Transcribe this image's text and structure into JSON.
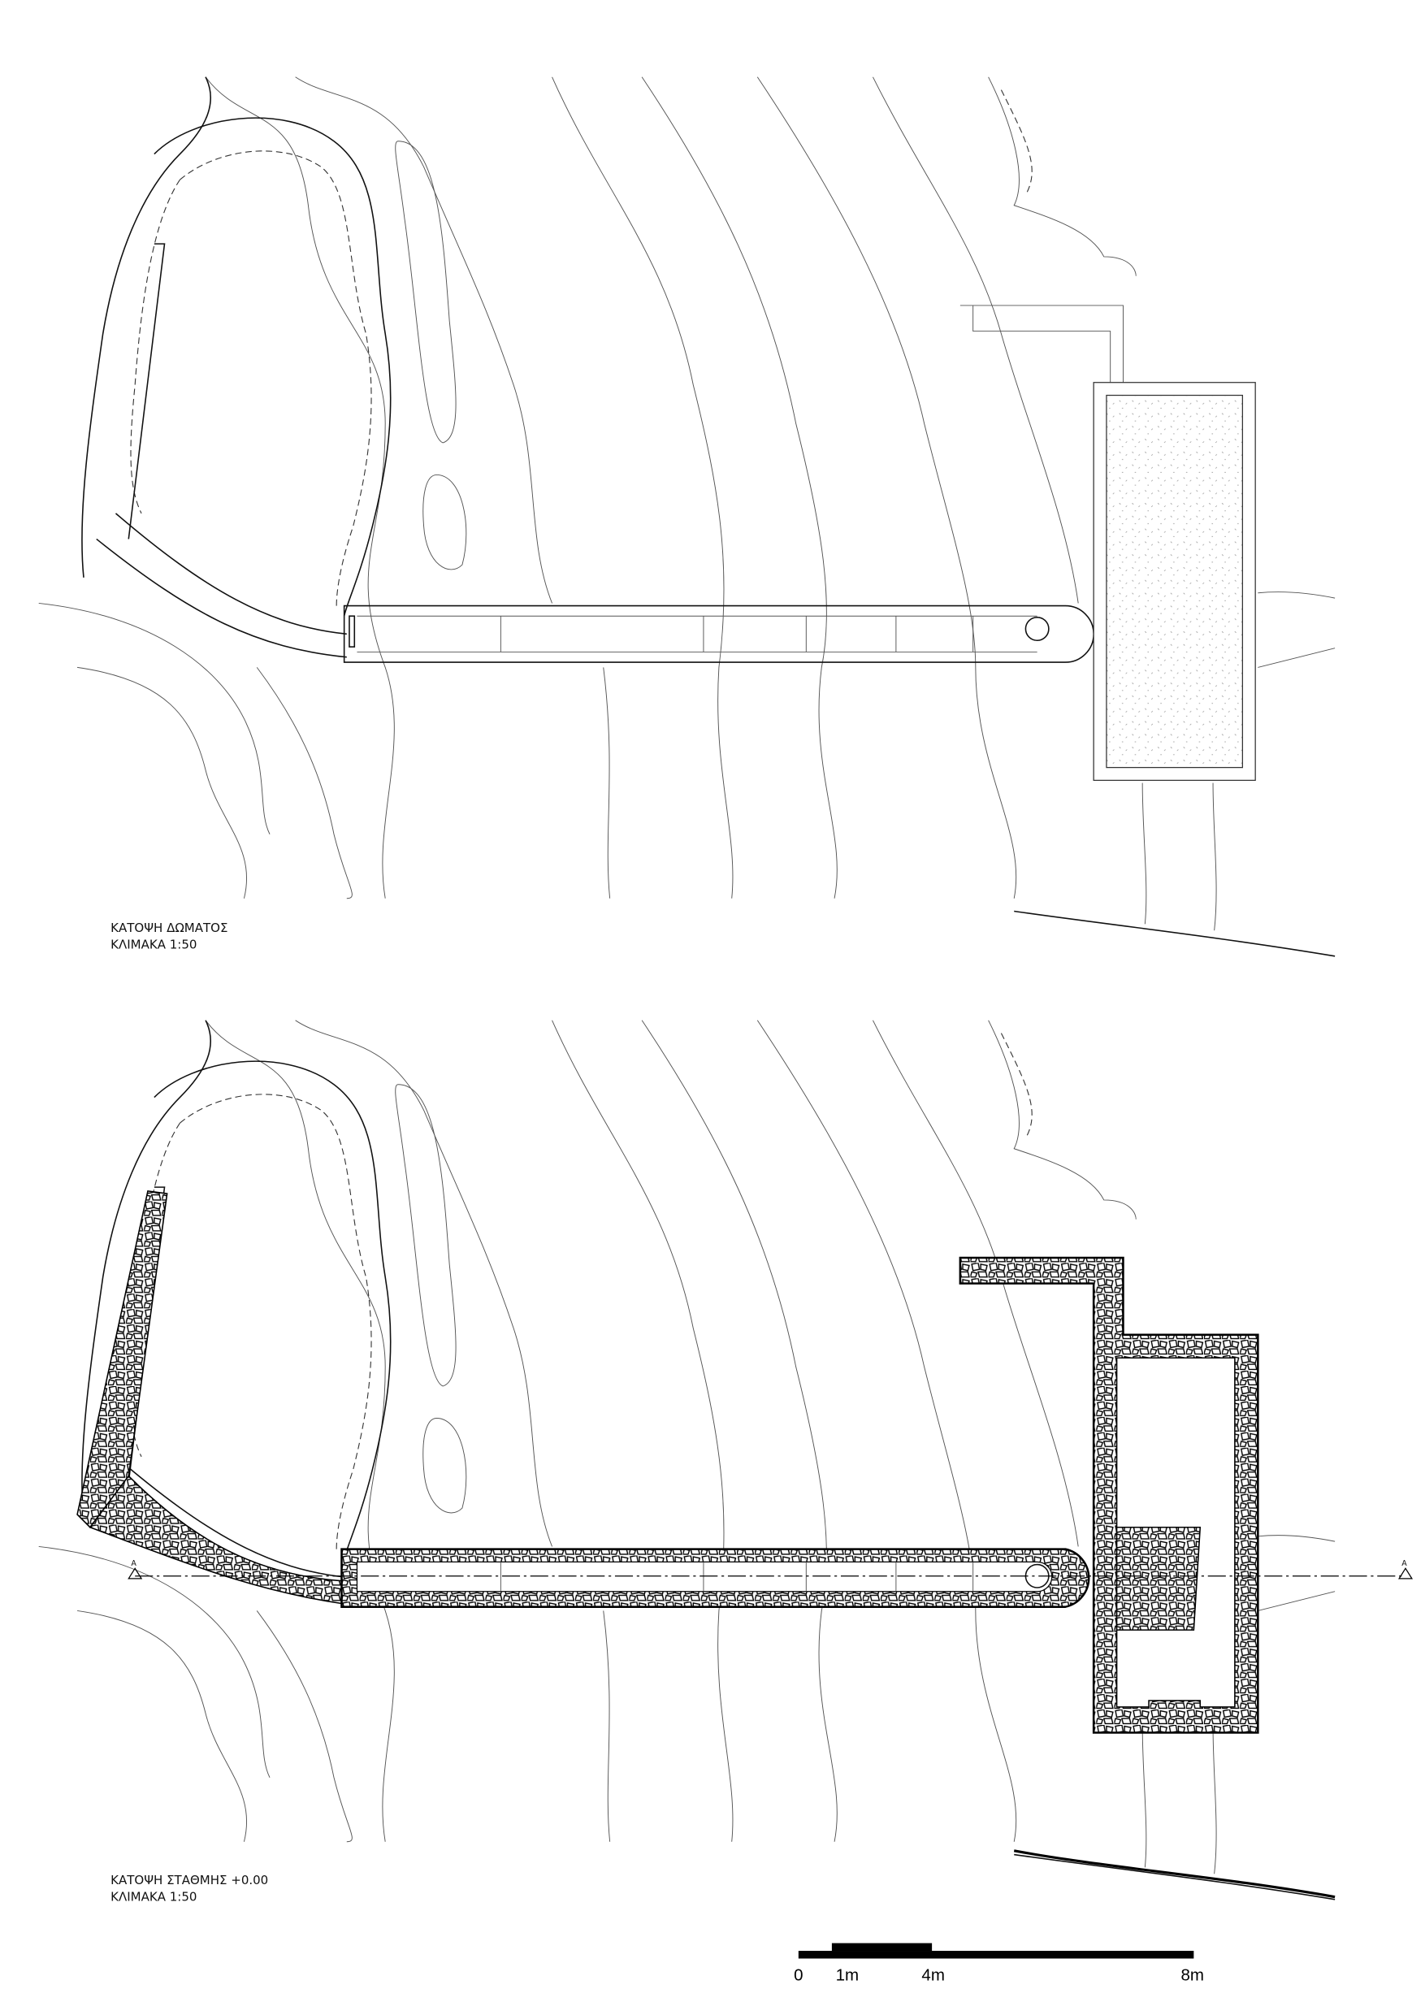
{
  "plans": [
    {
      "title": "ΚΑΤΟΨΗ ΔΩΜΑΤΟΣ",
      "scale": "ΚΛΙΜΑΚΑ 1:50"
    },
    {
      "title": "ΚΑΤΟΨΗ ΣΤΑΘΜΗΣ +0.00",
      "scale": "ΚΛΙΜΑΚΑ 1:50"
    }
  ],
  "section_marker": {
    "left": "A",
    "right": "A"
  },
  "scale_bar": {
    "labels": [
      "0",
      "1m",
      "4m",
      "8m"
    ]
  },
  "colors": {
    "ink": "#000000",
    "paper": "#ffffff"
  }
}
